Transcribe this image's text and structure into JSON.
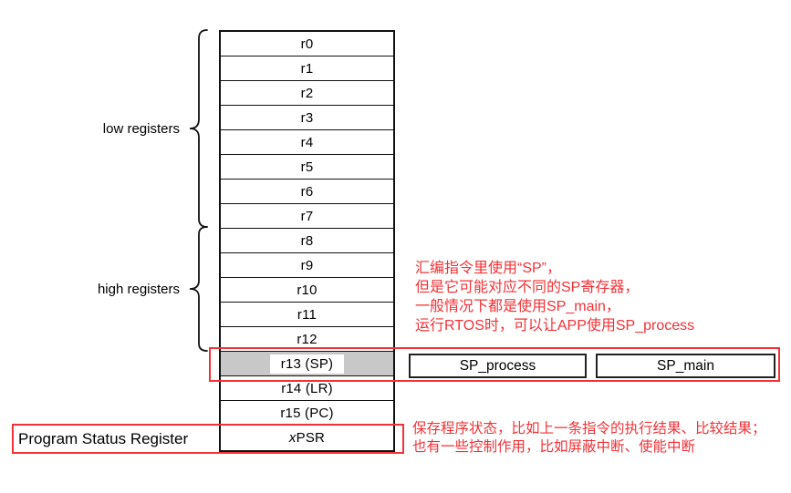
{
  "colors": {
    "accent_red": "#f23237",
    "highlight_gray": "#c8c8c8",
    "line_black": "#111111"
  },
  "register_table": {
    "rows": [
      {
        "label": "r0"
      },
      {
        "label": "r1"
      },
      {
        "label": "r2"
      },
      {
        "label": "r3"
      },
      {
        "label": "r4"
      },
      {
        "label": "r5"
      },
      {
        "label": "r6"
      },
      {
        "label": "r7"
      },
      {
        "label": "r8"
      },
      {
        "label": "r9"
      },
      {
        "label": "r10"
      },
      {
        "label": "r11"
      },
      {
        "label": "r12"
      },
      {
        "label": "r13 (SP)",
        "highlighted": true
      },
      {
        "label": "r14 (LR)"
      },
      {
        "label": "r15 (PC)"
      },
      {
        "label_prefix": "x",
        "label_suffix": "PSR"
      }
    ]
  },
  "side_labels": {
    "low_registers": "low registers",
    "high_registers": "high registers",
    "program_status_register": "Program Status Register"
  },
  "sp_boxes": {
    "process": "SP_process",
    "main": "SP_main"
  },
  "annotations": {
    "sp_note": {
      "line1": "汇编指令里使用“SP”，",
      "line2": "但是它可能对应不同的SP寄存器，",
      "line3": "一般情况下都是使用SP_main，",
      "line4": "运行RTOS时，可以让APP使用SP_process"
    },
    "psr_note": {
      "line1": "保存程序状态，比如上一条指令的执行结果、比较结果；",
      "line2": "也有一些控制作用，比如屏蔽中断、使能中断"
    }
  }
}
